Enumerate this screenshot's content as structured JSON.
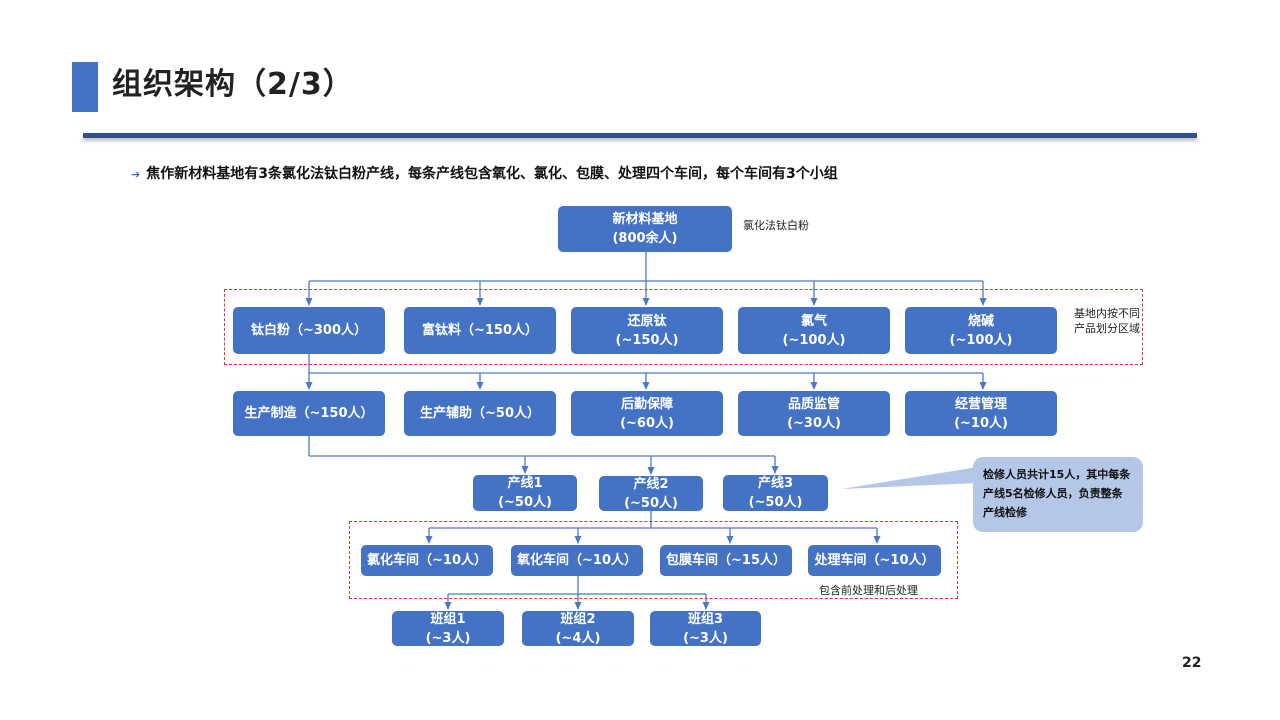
{
  "header": {
    "title": "组织架构（2/3）"
  },
  "subtitle": "焦作新材料基地有3条氯化法钛白粉产线，每条产线包含氧化、氯化、包膜、处理四个车间，每个车间有3个小组",
  "root": {
    "name": "新材料基地",
    "count": "(800余人)",
    "note": "氯化法钛白粉"
  },
  "products": {
    "items": [
      {
        "name": "钛白粉（~300人）"
      },
      {
        "name": "富钛料（~150人）"
      },
      {
        "name": "还原钛",
        "count": "(~150人)"
      },
      {
        "name": "氯气",
        "count": "(~100人)"
      },
      {
        "name": "烧碱",
        "count": "(~100人)"
      }
    ],
    "note": "基地内按不同产品划分区域"
  },
  "functions": {
    "items": [
      {
        "name": "生产制造（~150人）"
      },
      {
        "name": "生产辅助（~50人）"
      },
      {
        "name": "后勤保障",
        "count": "(~60人)"
      },
      {
        "name": "品质监管",
        "count": "(~30人)"
      },
      {
        "name": "经营管理",
        "count": "(~10人)"
      }
    ]
  },
  "lines": {
    "items": [
      {
        "name": "产线1",
        "count": "(~50人)"
      },
      {
        "name": "产线2",
        "count": "(~50人)"
      },
      {
        "name": "产线3",
        "count": "(~50人)"
      }
    ],
    "callout": "检修人员共计15人，其中每条产线5名检修人员，负责整条产线检修"
  },
  "workshops": {
    "items": [
      {
        "name": "氯化车间（~10人）"
      },
      {
        "name": "氧化车间（~10人）"
      },
      {
        "name": "包膜车间（~15人）"
      },
      {
        "name": "处理车间（~10人）"
      }
    ],
    "note": "包含前处理和后处理"
  },
  "teams": {
    "items": [
      {
        "name": "班组1",
        "count": "(~3人)"
      },
      {
        "name": "班组2",
        "count": "(~4人)"
      },
      {
        "name": "班组3",
        "count": "(~3人)"
      }
    ]
  },
  "page_number": "22",
  "colors": {
    "accent": "#4472c4",
    "connector": "#4a7ac4",
    "dashed_border": "#e03030",
    "callout": "#b4c7e7",
    "rule": "#2f528f"
  }
}
